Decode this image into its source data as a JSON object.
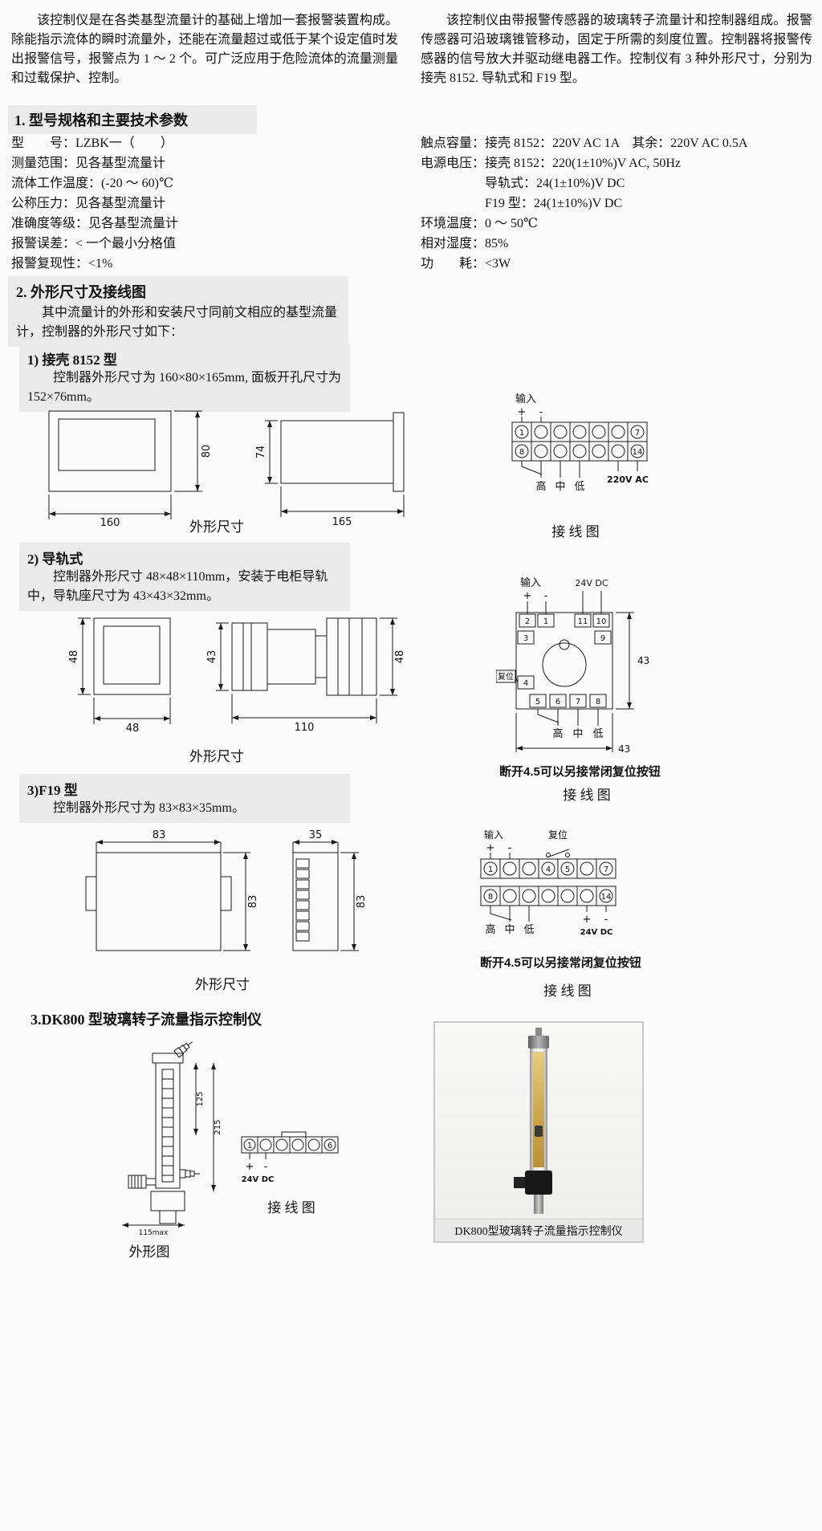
{
  "intro": {
    "left": "该控制仪是在各类基型流量计的基础上增加一套报警装置构成。除能指示流体的瞬时流量外，还能在流量超过或低于某个设定值时发出报警信号，报警点为 1 ～ 2 个。可广泛应用于危险流体的流量测量和过载保护、控制。",
    "right": "该控制仪由带报警传感器的玻璃转子流量计和控制器组成。报警传感器可沿玻璃锥管移动，固定于所需的刻度位置。控制器将报警传感器的信号放大并驱动继电器工作。控制仪有 3 种外形尺寸，分别为接壳 8152. 导轨式和 F19 型。"
  },
  "section1": {
    "title": "1. 型号规格和主要技术参数",
    "left": [
      "型　　号：LZBK一（　　）",
      "测量范围：见各基型流量计",
      "流体工作温度：(-20 ～ 60)℃",
      "公称压力：见各基型流量计",
      "准确度等级：见各基型流量计",
      "报警误差：< 一个最小分格值",
      "报警复现性：<1%"
    ],
    "right": [
      "触点容量：接壳 8152：220V AC 1A　其余：220V AC 0.5A",
      "电源电压：接壳 8152：220(1±10%)V AC, 50Hz",
      "　　　　　导轨式：24(1±10%)V DC",
      "　　　　　F19 型：24(1±10%)V DC",
      "环境温度：0 ～ 50℃",
      "相对湿度：85%",
      "功　　耗：<3W"
    ]
  },
  "section2": {
    "title": "2. 外形尺寸及接线图",
    "intro": "其中流量计的外形和安装尺寸同前文相应的基型流量计，控制器的外形尺寸如下："
  },
  "sub1": {
    "title": "1) 接壳 8152 型",
    "desc": "控制器外形尺寸为 160×80×165mm, 面板开孔尺寸为 152×76mm。",
    "outline_caption": "外形尺寸",
    "wiring_caption": "接 线 图",
    "dims": {
      "w": "160",
      "h": "80",
      "d": "165",
      "side_h": "74"
    },
    "wiring": {
      "input": "输入",
      "plus": "+",
      "minus": "-",
      "t_first": "1",
      "t_last": "7",
      "b_first": "8",
      "b_last": "14",
      "high": "高",
      "mid": "中",
      "low": "低",
      "power": "220V AC"
    }
  },
  "sub2": {
    "title": "2) 导轨式",
    "desc": "控制器外形尺寸 48×48×110mm，安装于电柜导轨中，导轨座尺寸为 43×43×32mm。",
    "outline_caption": "外形尺寸",
    "wiring_caption": "接 线 图",
    "note": "断开4.5可以另接常闭复位按钮",
    "dims": {
      "front_w": "48",
      "front_h": "48",
      "side_h": "43",
      "side_len": "110",
      "side_r": "48",
      "sock_h": "43",
      "sock_w": "43"
    },
    "wiring": {
      "input": "输入",
      "plus": "+",
      "minus": "-",
      "power": "24V DC",
      "reset": "复位",
      "t1": "2",
      "t2": "1",
      "t3": "11",
      "t4": "10",
      "left_t": "3",
      "right_t": "9",
      "reset_t": "4",
      "b1": "5",
      "b2": "6",
      "b3": "7",
      "b4": "8",
      "high": "高",
      "mid": "中",
      "low": "低"
    }
  },
  "sub3": {
    "title": "3)F19 型",
    "desc": "控制器外形尺寸为 83×83×35mm。",
    "outline_caption": "外形尺寸",
    "wiring_caption": "接 线 图",
    "note": "断开4.5可以另接常闭复位按钮",
    "dims": {
      "front_w": "83",
      "front_h": "83",
      "side_w": "35",
      "side_h": "83"
    },
    "wiring": {
      "input": "输入",
      "plus": "+",
      "minus": "-",
      "reset": "复位",
      "t_first": "1",
      "t4": "4",
      "t5": "5",
      "t_last": "7",
      "b_first": "8",
      "b_last": "14",
      "high": "高",
      "mid": "中",
      "low": "低",
      "power": "24V DC"
    }
  },
  "section3": {
    "title": "3.DK800 型玻璃转子流量指示控制仪",
    "outline_caption": "外形图",
    "wiring_caption": "接 线 图",
    "photo_caption": "DK800型玻璃转子流量指示控制仪",
    "dims": {
      "d1": "125",
      "d2": "215",
      "d3": "115max"
    },
    "wiring": {
      "t_first": "1",
      "t_last": "6",
      "plus": "+",
      "minus": "-",
      "power": "24V DC"
    }
  }
}
